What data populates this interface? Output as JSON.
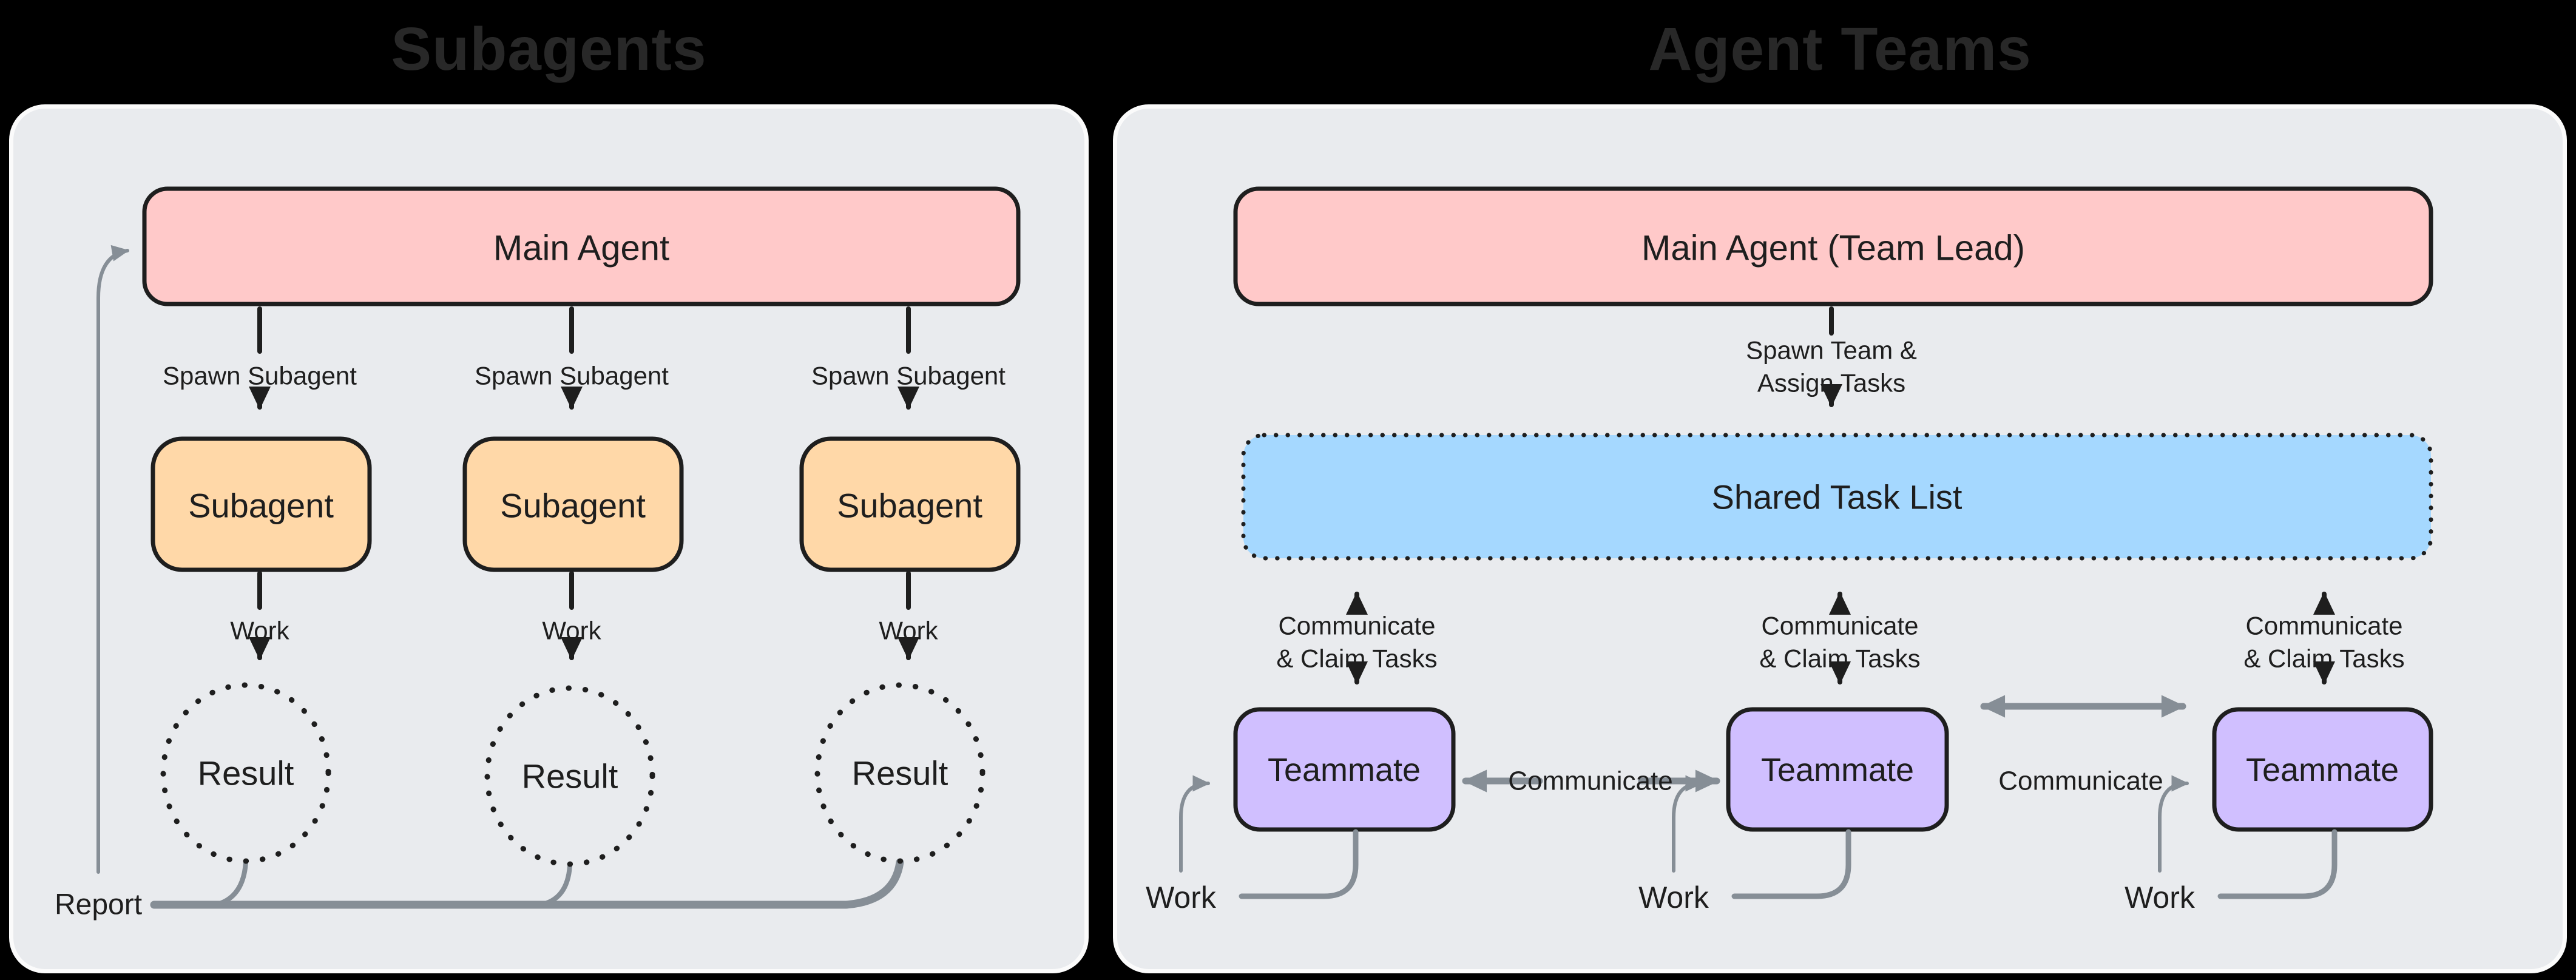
{
  "titles": {
    "left": "Subagents",
    "right": "Agent Teams"
  },
  "colors": {
    "background": "#000000",
    "panel_bg": "#e9ebee",
    "panel_border": "#fbfbfb",
    "node_stroke": "#1e1e1e",
    "pink": "#ffc9c9",
    "orange": "#ffd8a8",
    "blue": "#a5d8ff",
    "purple": "#d0bfff",
    "gray": "#868e96",
    "title_text": "#282828"
  },
  "left_panel": {
    "main_agent": "Main Agent",
    "spawn_label": "Spawn Subagent",
    "subagent": "Subagent",
    "work_label": "Work",
    "result": "Result",
    "report_label": "Report"
  },
  "right_panel": {
    "main_agent": "Main Agent (Team Lead)",
    "spawn_line1": "Spawn Team &",
    "spawn_line2": "Assign Tasks",
    "shared_task_list": "Shared Task List",
    "claim_line1": "Communicate",
    "claim_line2": "& Claim Tasks",
    "teammate": "Teammate",
    "communicate_label": "Communicate",
    "work_label": "Work"
  }
}
